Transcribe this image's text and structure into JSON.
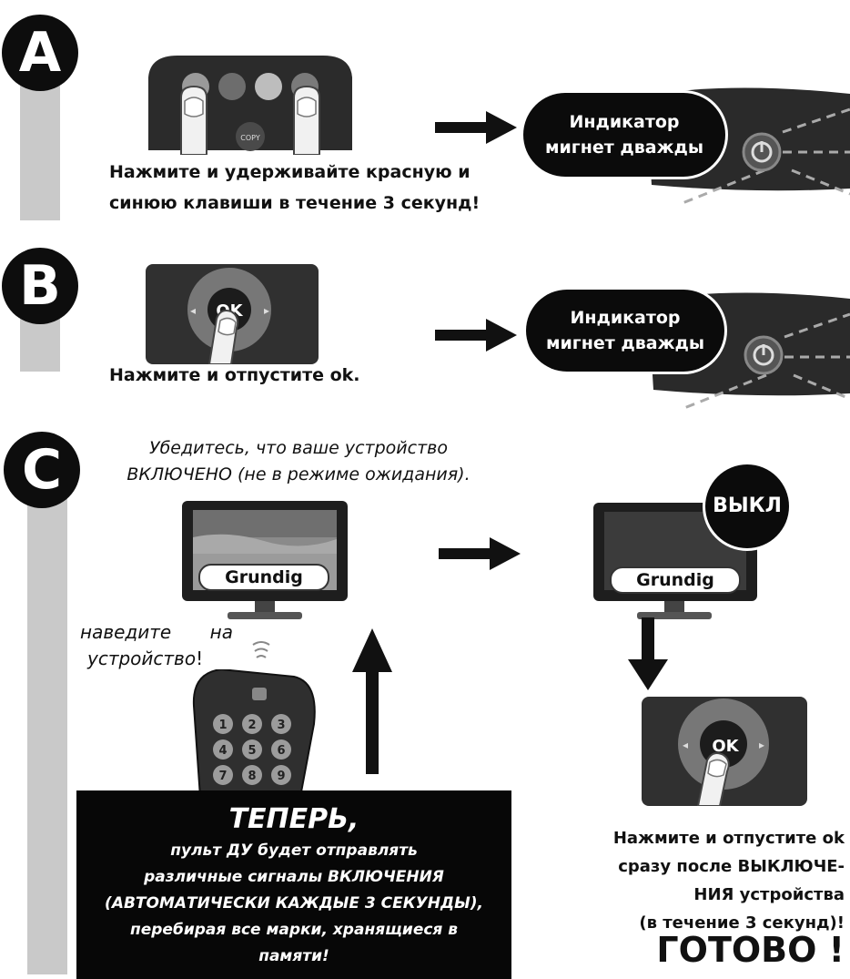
{
  "steps": {
    "a": {
      "badge": "A",
      "instruction_line1": "Нажмите и удерживайте красную и",
      "instruction_line2": "синюю клавиши в течение 3 секунд!",
      "indicator_line1": "Индикатор",
      "indicator_line2": "мигнет дважды",
      "remote_key_label": "COPY"
    },
    "b": {
      "badge": "B",
      "instruction": "Нажмите и отпустите ok.",
      "ok_label": "OK",
      "indicator_line1": "Индикатор",
      "indicator_line2": "мигнет дважды"
    },
    "c": {
      "badge": "C",
      "note_line1": "Убедитесь, что ваше устройство",
      "note_line2": "ВКЛЮЧЕНО (не в режиме ожидания).",
      "tv_brand_left": "Grundig",
      "tv_brand_right": "Grundig",
      "off_badge": "ВЫКЛ",
      "point_line1": "наведите",
      "point_line2": "на",
      "point_line3": "устройство",
      "point_bang": "!",
      "remote_keys": [
        "1",
        "2",
        "3",
        "4",
        "5",
        "6",
        "7",
        "8",
        "9"
      ],
      "ok_label": "OK",
      "now_title": "ТЕПЕРЬ,",
      "now_line1": "пульт ДУ будет отправлять",
      "now_line2": "различные сигналы ВКЛЮЧЕНИЯ",
      "now_line3": "(АВТОМАТИЧЕСКИ КАЖДЫЕ 3 СЕКУНДЫ),",
      "now_line4": "перебирая все марки, хранящиеся в",
      "now_line5": "памяти!",
      "final_line1": "Нажмите и отпустите ok",
      "final_line2": "сразу после ВЫКЛЮЧЕ-",
      "final_line3": "НИЯ устройства",
      "final_line4": "(в течение 3 секунд)!",
      "done": "ГОТОВО !"
    }
  }
}
